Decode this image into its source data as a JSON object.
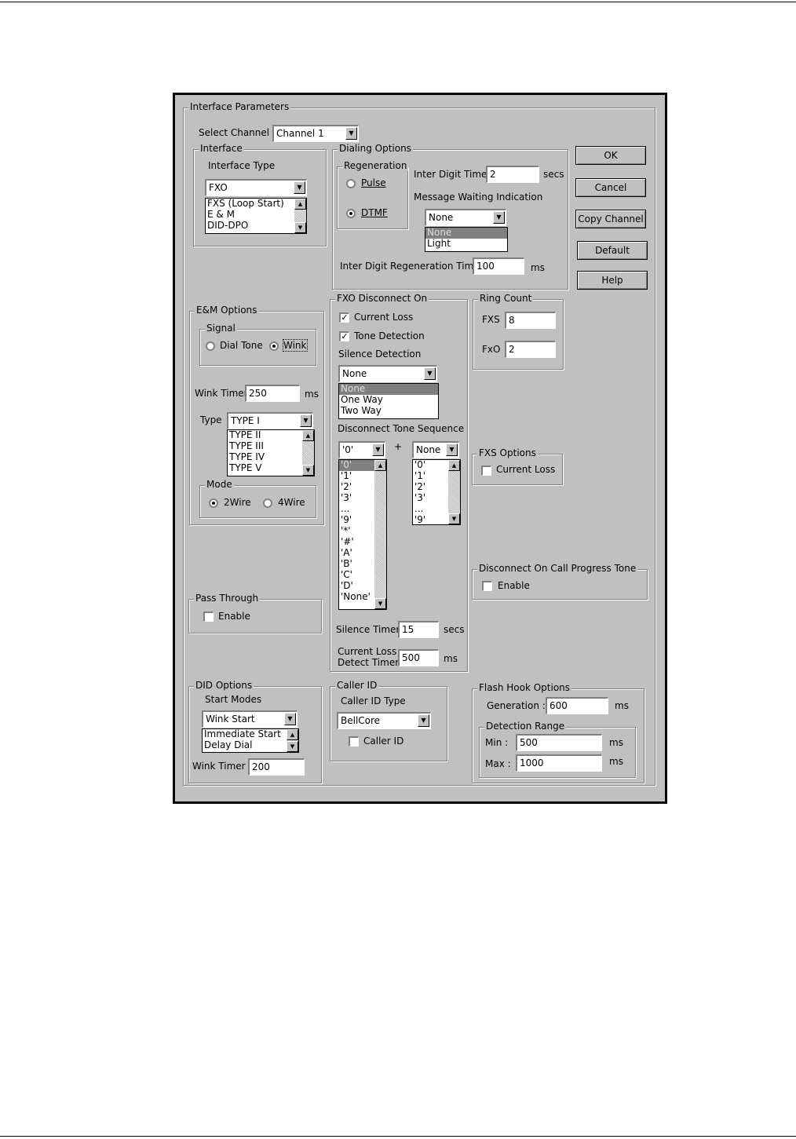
{
  "iface": {
    "title": "Interface Parameters",
    "select_channel_label": "Select Channel",
    "select_channel_value": "Channel 1",
    "interface": {
      "legend": "Interface",
      "type_label": "Interface Type",
      "type_value": "FXO",
      "type_list": [
        "FXS (Loop Start)",
        "E & M",
        "DID-DPO"
      ]
    },
    "dialing": {
      "legend": "Dialing Options",
      "regeneration_legend": "Regeneration",
      "pulse_label": "Pulse",
      "dtmf_label": "DTMF",
      "inter_digit_timer_label": "Inter Digit Timer",
      "inter_digit_timer_value": "2",
      "secs": "secs",
      "mwi_label": "Message Waiting Indication",
      "mwi_value": "None",
      "mwi_list": [
        "None",
        "Light"
      ],
      "regen_timer_label": "Inter Digit Regeneration Timer",
      "regen_timer_value": "100",
      "ms": "ms"
    },
    "buttons": {
      "ok": "OK",
      "cancel": "Cancel",
      "copy": "Copy Channel",
      "default": "Default",
      "help": "Help"
    },
    "em": {
      "legend": "E&M Options",
      "signal_legend": "Signal",
      "dial_tone": "Dial Tone",
      "wink": "Wink",
      "wink_timer_label": "Wink Timer",
      "wink_timer_value": "250",
      "ms": "ms",
      "type_label": "Type",
      "type_value": "TYPE I",
      "type_list": [
        "TYPE II",
        "TYPE III",
        "TYPE IV",
        "TYPE V"
      ],
      "mode_legend": "Mode",
      "mode_2wire": "2Wire",
      "mode_4wire": "4Wire"
    },
    "fxo_disc": {
      "legend": "FXO Disconnect On",
      "current_loss": "Current Loss",
      "tone_detection": "Tone Detection",
      "silence_detection_label": "Silence Detection",
      "silence_value": "None",
      "silence_list": [
        "None",
        "One Way",
        "Two Way"
      ],
      "tone_seq_label": "Disconnect Tone Sequence",
      "tone1_value": "'0'",
      "plus": "+",
      "tone2_value": "None",
      "tone1_list": [
        "'0'",
        "'1'",
        "'2'",
        "'3'",
        "...",
        "'9'",
        "'*'",
        "'#'",
        "'A'",
        "'B'",
        "'C'",
        "'D'",
        "'None'"
      ],
      "tone2_list": [
        "'0'",
        "'1'",
        "'2'",
        "'3'",
        "...",
        "'9'"
      ],
      "silence_timer_label": "Silence Timer",
      "silence_timer_value": "15",
      "secs": "secs",
      "cl_detect_label_1": "Current Loss",
      "cl_detect_label_2": "Detect Timer",
      "cl_detect_value": "500",
      "ms": "ms"
    },
    "ring_count": {
      "legend": "Ring Count",
      "fxs_label": "FXS",
      "fxs_value": "8",
      "fxo_label": "FxO",
      "fxo_value": "2"
    },
    "fxs_options": {
      "legend": "FXS Options",
      "current_loss": "Current  Loss"
    },
    "cpt": {
      "legend": "Disconnect On Call Progress Tone",
      "enable": "Enable"
    },
    "pass_through": {
      "legend": "Pass Through",
      "enable": "Enable"
    },
    "did": {
      "legend": "DID Options",
      "start_modes_label": "Start Modes",
      "start_value": "Wink Start",
      "start_list": [
        "Immediate Start",
        "Delay Dial"
      ],
      "wink_timer_label": "Wink Timer",
      "wink_timer_value": "200"
    },
    "caller_id": {
      "legend": "Caller ID",
      "type_label": "Caller ID Type",
      "type_value": "BellCore",
      "checkbox": "Caller ID"
    },
    "flash": {
      "legend": "Flash Hook Options",
      "generation_label": "Generation :",
      "generation_value": "600",
      "ms": "ms",
      "range_legend": "Detection Range",
      "min_label": "Min :",
      "min_value": "500",
      "max_label": "Max :",
      "max_value": "1000"
    }
  }
}
